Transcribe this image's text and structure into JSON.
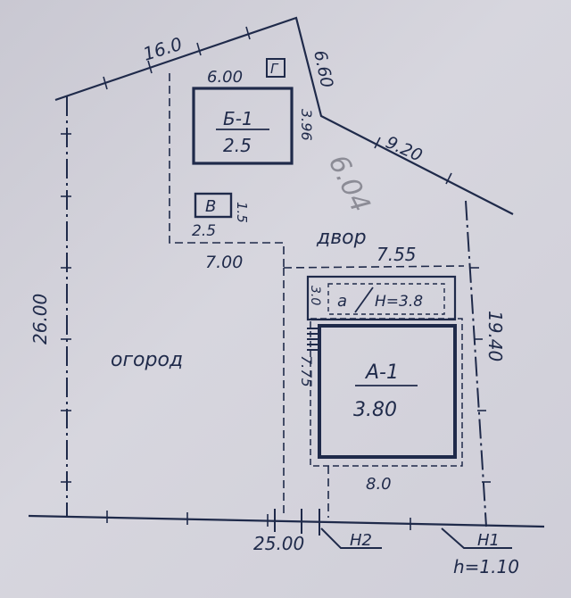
{
  "colors": {
    "ink": "#1f2a4a",
    "paper": "#d3d2da",
    "pencil": "#8c8c96"
  },
  "plot": {
    "top_edge": "16.0",
    "short_edge": "6.60",
    "right_upper_edge": "9.20",
    "left_edge": "26.00",
    "right_edge": "19.40",
    "bottom_edge": "25.00",
    "yard_inner_width": "7.55",
    "pencil_note": "6.04"
  },
  "areas": {
    "garden": "огород",
    "yard": "двор"
  },
  "building_b1": {
    "title": "Б-1",
    "height": "2.5",
    "width": "6.00",
    "depth": "3.96"
  },
  "box_g": {
    "label": "Г"
  },
  "box_v": {
    "label": "В",
    "width": "2.5",
    "depth": "1.5"
  },
  "fence_segment": {
    "length": "7.00"
  },
  "house_a1": {
    "title": "А-1",
    "height": "3.80",
    "depth": "7.75",
    "width": "8.0"
  },
  "porch_a": {
    "title": "а",
    "height": "Н=3.8",
    "depth": "3.0"
  },
  "markers": {
    "left": "Н2",
    "right": "Н1",
    "elevation": "h=1.10"
  }
}
